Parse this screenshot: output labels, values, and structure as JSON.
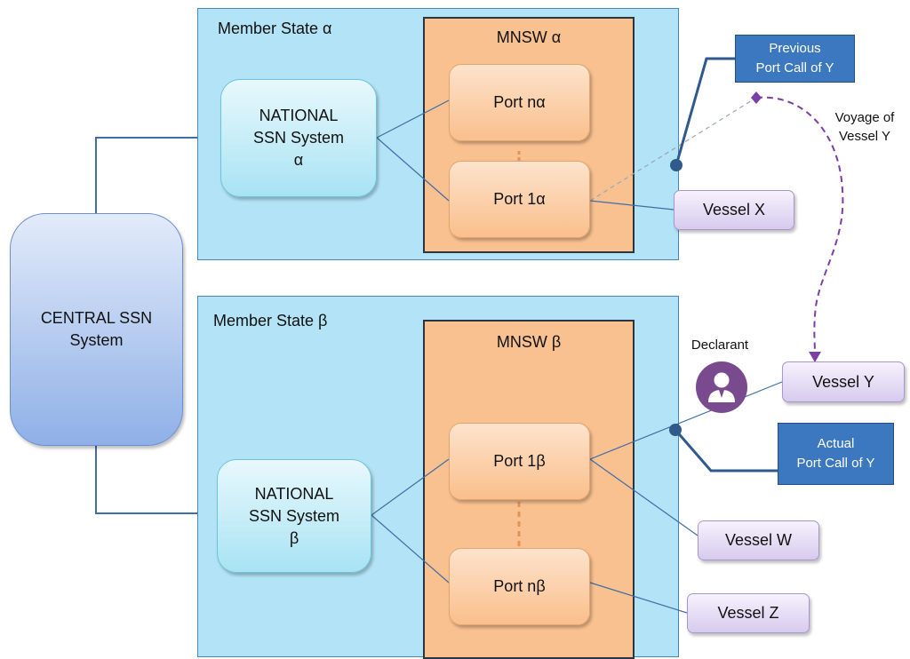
{
  "central": {
    "line1": "CENTRAL SSN",
    "line2": "System"
  },
  "state_alpha": {
    "label": "Member State α",
    "mnsw_label": "MNSW α",
    "national": {
      "line1": "NATIONAL",
      "line2": "SSN System",
      "line3": "α"
    },
    "port_top": "Port nα",
    "port_bottom": "Port 1α"
  },
  "state_beta": {
    "label": "Member State β",
    "mnsw_label": "MNSW β",
    "national": {
      "line1": "NATIONAL",
      "line2": "SSN System",
      "line3": "β"
    },
    "port_top": "Port 1β",
    "port_bottom": "Port nβ"
  },
  "vessels": {
    "x": "Vessel X",
    "y": "Vessel Y",
    "w": "Vessel W",
    "z": "Vessel Z"
  },
  "previous_port_call": {
    "line1": "Previous",
    "line2": "Port Call of Y"
  },
  "actual_port_call": {
    "line1": "Actual",
    "line2": "Port Call of Y"
  },
  "voyage": {
    "line1": "Voyage of",
    "line2": "Vessel Y"
  },
  "declarant": {
    "label": "Declarant",
    "icon": "person-icon"
  },
  "colors": {
    "state_fill": "#b3e3f6",
    "mnsw_fill": "#f9c090",
    "callout_fill": "#3c78c0",
    "voyage_line": "#7b3fa6",
    "declarant_icon": "#7a4a8e"
  }
}
